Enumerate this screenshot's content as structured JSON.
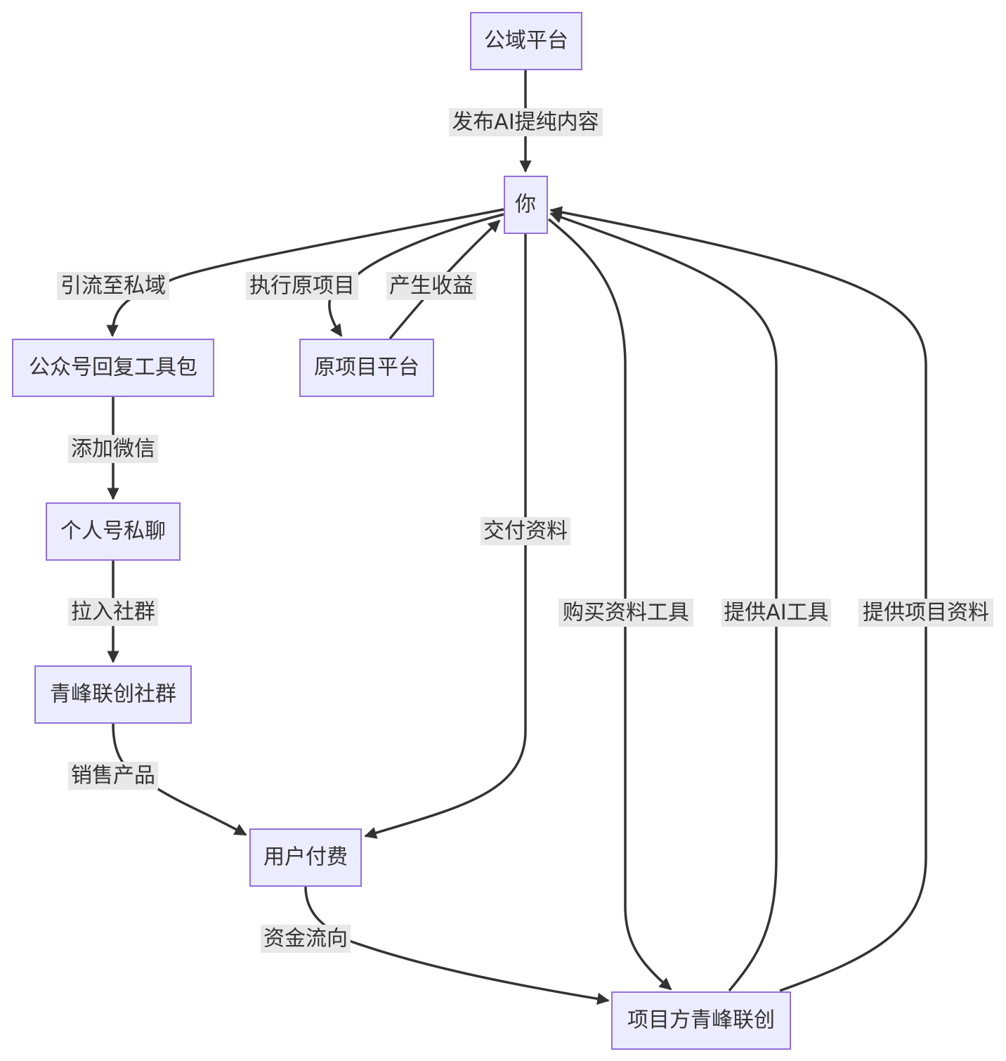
{
  "nodes": {
    "public_platform": "公域平台",
    "you": "你",
    "reply_toolkit": "公众号回复工具包",
    "original_platform": "原项目平台",
    "private_chat": "个人号私聊",
    "qingfeng_community": "青峰联创社群",
    "user_payment": "用户付费",
    "project_owner": "项目方青峰联创"
  },
  "edges": {
    "publish": "发布AI提纯内容",
    "divert_private": "引流至私域",
    "execute_original": "执行原项目",
    "generate_income": "产生收益",
    "deliver_materials": "交付资料",
    "buy_tools": "购买资料工具",
    "provide_ai_tools": "提供AI工具",
    "provide_project_materials": "提供项目资料",
    "add_wechat": "添加微信",
    "join_group": "拉入社群",
    "sell_products": "销售产品",
    "money_flow": "资金流向"
  },
  "colors": {
    "node_fill": "#ececff",
    "node_stroke": "#9370db",
    "edge": "#333333",
    "label_bg": "#e8e8e8",
    "text": "#333333"
  }
}
